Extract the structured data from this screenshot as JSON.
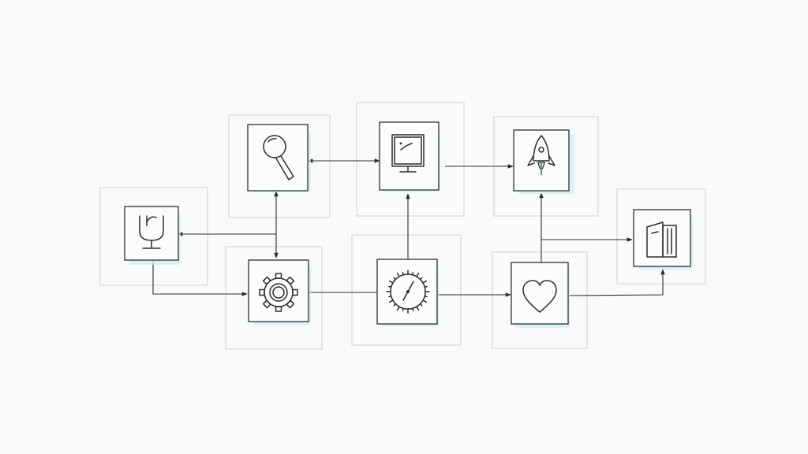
{
  "diagram": {
    "nodes": [
      {
        "id": "shield",
        "icon": "shield-icon"
      },
      {
        "id": "search",
        "icon": "magnifier-icon"
      },
      {
        "id": "monitor",
        "icon": "monitor-icon"
      },
      {
        "id": "rocket",
        "icon": "rocket-icon"
      },
      {
        "id": "gear",
        "icon": "gear-icon"
      },
      {
        "id": "clock",
        "icon": "clock-icon"
      },
      {
        "id": "heart",
        "icon": "heart-icon"
      },
      {
        "id": "book",
        "icon": "book-icon"
      }
    ],
    "edges": [
      {
        "from": "search",
        "to": "monitor",
        "direction": "both"
      },
      {
        "from": "monitor",
        "to": "rocket",
        "direction": "forward"
      },
      {
        "from": "search",
        "to": "gear",
        "direction": "both"
      },
      {
        "from": "search-gear-link",
        "to": "shield",
        "direction": "forward"
      },
      {
        "from": "shield",
        "to": "gear",
        "direction": "forward"
      },
      {
        "from": "gear",
        "to": "clock",
        "direction": "none"
      },
      {
        "from": "clock",
        "to": "monitor",
        "direction": "forward"
      },
      {
        "from": "clock",
        "to": "heart",
        "direction": "forward"
      },
      {
        "from": "heart",
        "to": "rocket",
        "direction": "forward"
      },
      {
        "from": "heart",
        "to": "book",
        "direction": "forward"
      }
    ]
  },
  "colors": {
    "background": "#f9fafa",
    "ink": "#2a2d30",
    "pencil_frame": "#cdd0d2",
    "highlight": "#cfecee"
  }
}
